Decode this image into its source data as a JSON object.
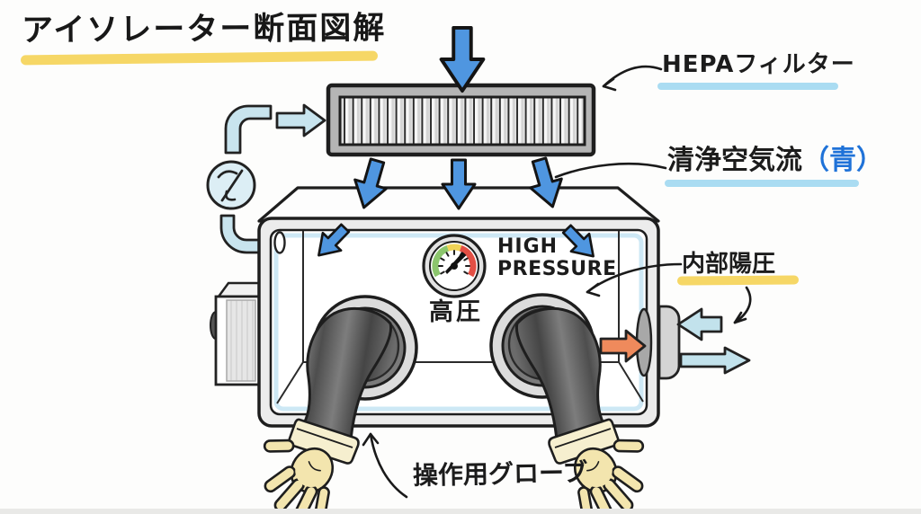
{
  "title": {
    "text": "アイソレーター断面図解"
  },
  "annotations": {
    "hepa_filter": {
      "label": "HEPAフィルター"
    },
    "clean_airflow": {
      "label": "清浄空気流",
      "paren": "（青）"
    },
    "internal_pressure": {
      "label": "内部陽圧"
    },
    "operation_gloves": {
      "label": "操作用グローブ"
    }
  },
  "chamber": {
    "gauge": {
      "line1": "HIGH",
      "line2": "PRESSURE",
      "caption": "高圧"
    }
  },
  "colors": {
    "clean_air_arrow_blue": "#4f96e0",
    "recirc_light_blue": "#c8e4ee",
    "exhaust_orange": "#ef8a5c",
    "highlight_yellow": "#f6d766",
    "underline_light_blue": "#aadcf2",
    "paren_text_blue": "#1f72d8",
    "gauge_green": "#8cc66d",
    "gauge_yellow": "#f0d356",
    "gauge_red": "#e34f44",
    "glove_dark_gray": "#5c5c5c",
    "hand_cream": "#f3e5ae"
  },
  "icons": {
    "fan": "fan-recirculation-icon",
    "gauge": "pressure-gauge-icon",
    "down_arrows": "clean-air-down-arrow",
    "exhaust": "exhaust-arrow",
    "outside_air": "outside-airflow-arrow"
  }
}
